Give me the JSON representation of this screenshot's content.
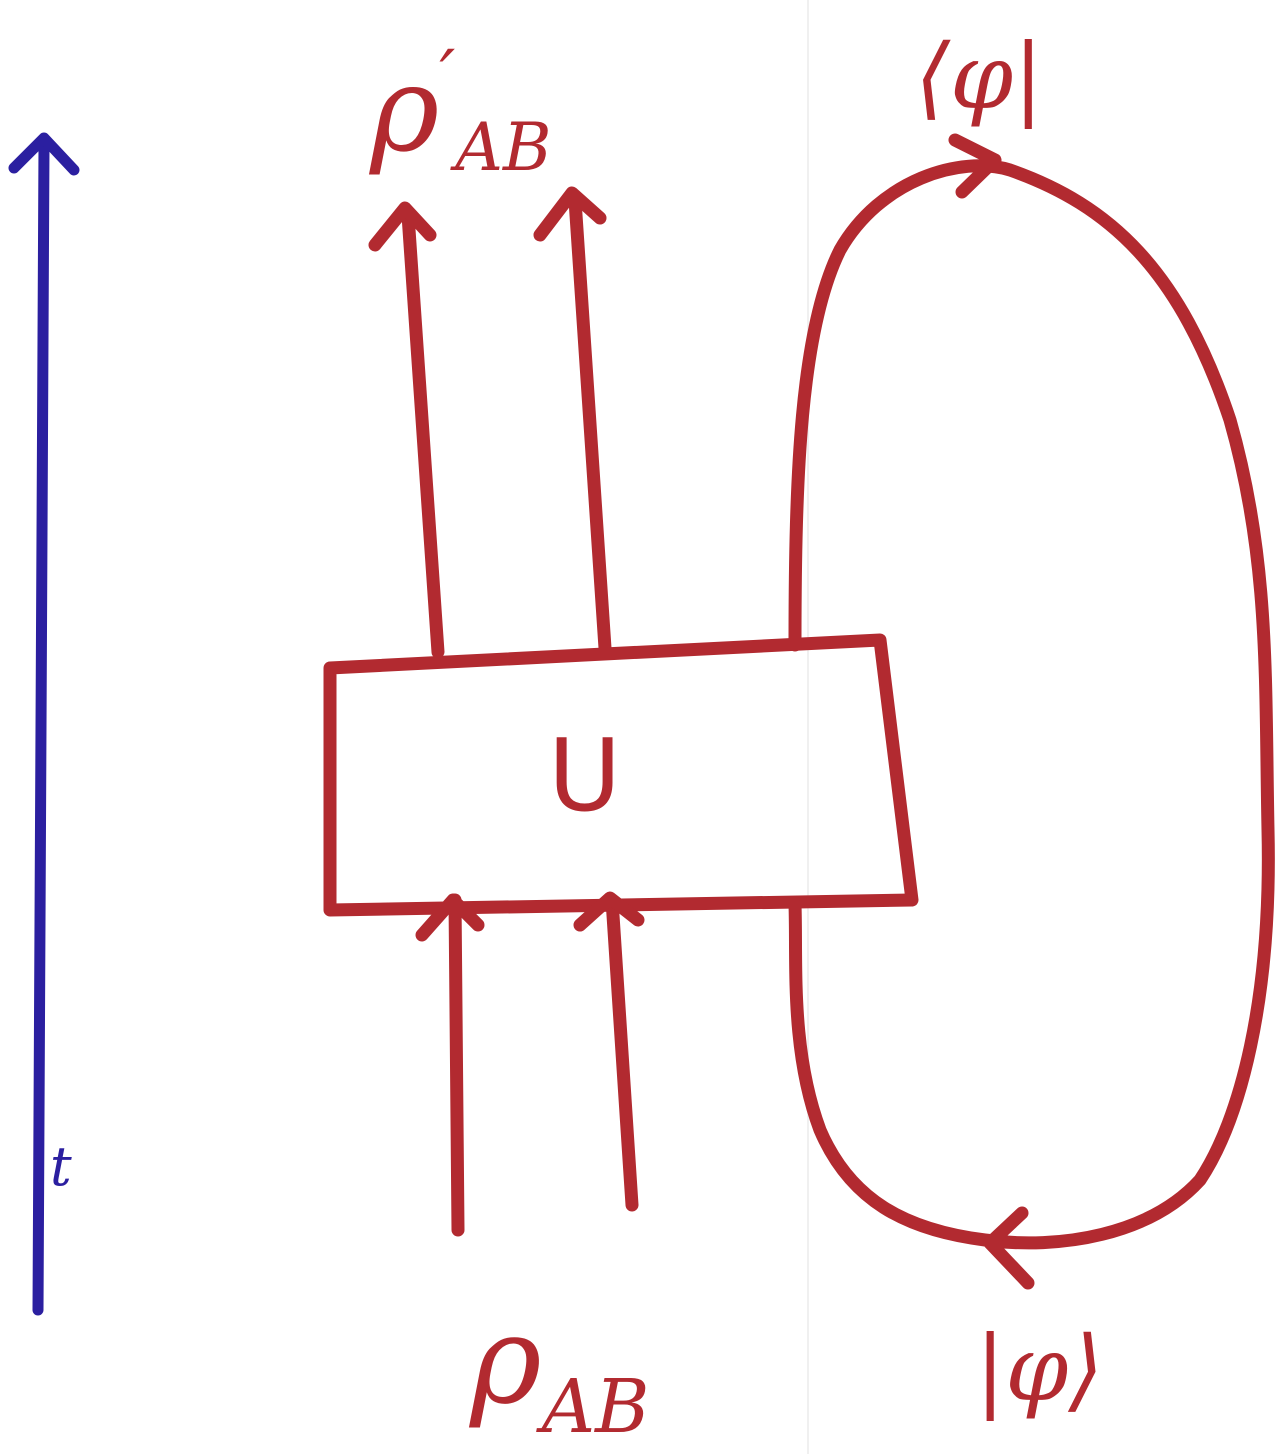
{
  "labels": {
    "time_axis": "t",
    "gate": "U",
    "output_state": "ρ′AB",
    "output_rho": "ρ",
    "output_prime": "′",
    "output_sub": "AB",
    "input_state": "ρAB",
    "input_rho": "ρ",
    "input_sub": "AB",
    "bra": "⟨φ|",
    "ket": "|φ⟩"
  },
  "colors": {
    "ink": "#b22a30",
    "time_axis": "#2b1fa0",
    "background": "#ffffff"
  }
}
